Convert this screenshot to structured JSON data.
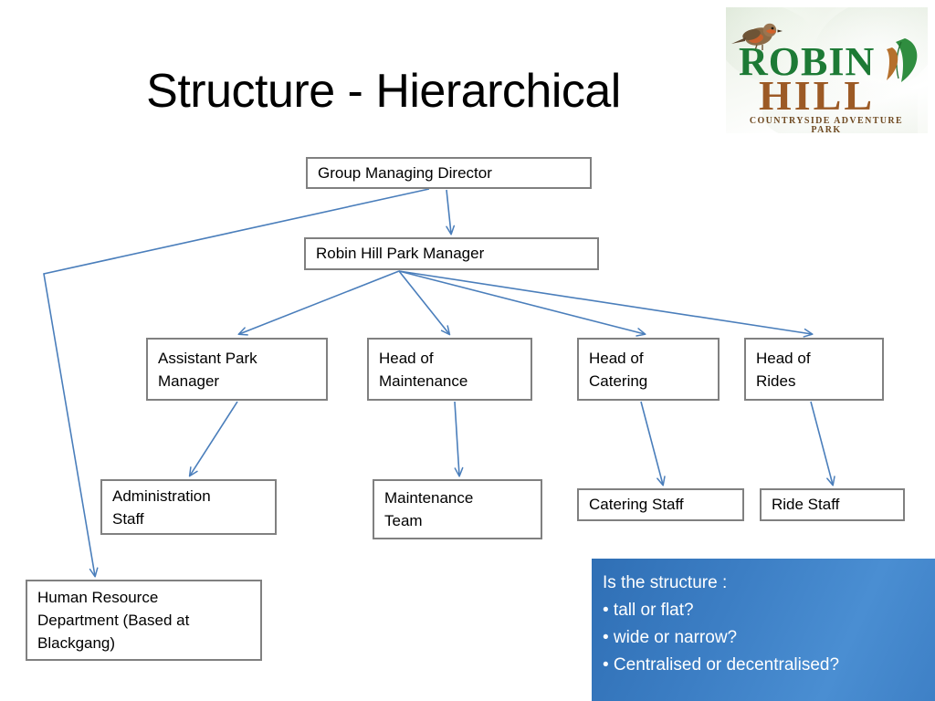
{
  "slide": {
    "title": "Structure - Hierarchical",
    "background_color": "#FFFFFF"
  },
  "logo": {
    "word_top": "ROBIN",
    "word_bottom": "HILL",
    "tagline": "COUNTRYSIDE ADVENTURE PARK",
    "top_color": "#1D7A35",
    "bottom_color": "#9C5A25",
    "tagline_color": "#6F4A22",
    "bird_icon": "robin-bird-icon",
    "leaf_icon": "leaf-icon"
  },
  "chart_style": {
    "box_border_color": "#808080",
    "box_fill_color": "#FFFFFF",
    "box_text_color": "#000000",
    "connector_color": "#4A7EBB"
  },
  "org_chart": {
    "type": "hierarchy",
    "nodes": [
      {
        "id": "gmd",
        "label": "Group Managing Director",
        "level": 1
      },
      {
        "id": "rhpm",
        "label": "Robin Hill Park Manager",
        "level": 2
      },
      {
        "id": "apm",
        "label": "Assistant Park\nManager",
        "level": 3
      },
      {
        "id": "hom",
        "label": "Head of\nMaintenance",
        "level": 3
      },
      {
        "id": "hoc",
        "label": "Head of\nCatering",
        "level": 3
      },
      {
        "id": "hor",
        "label": "Head of\nRides",
        "level": 3
      },
      {
        "id": "admin",
        "label": "Administration\nStaff",
        "level": 4
      },
      {
        "id": "maint",
        "label": "Maintenance\nTeam",
        "level": 4
      },
      {
        "id": "cats",
        "label": "Catering Staff",
        "level": 4
      },
      {
        "id": "rides",
        "label": "Ride Staff",
        "level": 4
      },
      {
        "id": "hr",
        "label": "Human Resource\nDepartment (Based at\nBlackgang)",
        "level": 4
      }
    ],
    "edges": [
      {
        "from": "gmd",
        "to": "rhpm"
      },
      {
        "from": "gmd",
        "to": "hr"
      },
      {
        "from": "rhpm",
        "to": "apm"
      },
      {
        "from": "rhpm",
        "to": "hom"
      },
      {
        "from": "rhpm",
        "to": "hoc"
      },
      {
        "from": "rhpm",
        "to": "hor"
      },
      {
        "from": "apm",
        "to": "admin"
      },
      {
        "from": "hom",
        "to": "maint"
      },
      {
        "from": "hoc",
        "to": "cats"
      },
      {
        "from": "hor",
        "to": "rides"
      }
    ]
  },
  "callout": {
    "lead": "Is the structure :",
    "bullets": [
      "• tall or flat?",
      "• wide or narrow?",
      "• Centralised or decentralised?"
    ],
    "background_color": "#3C7EC4",
    "text_color": "#FFFFFF"
  }
}
